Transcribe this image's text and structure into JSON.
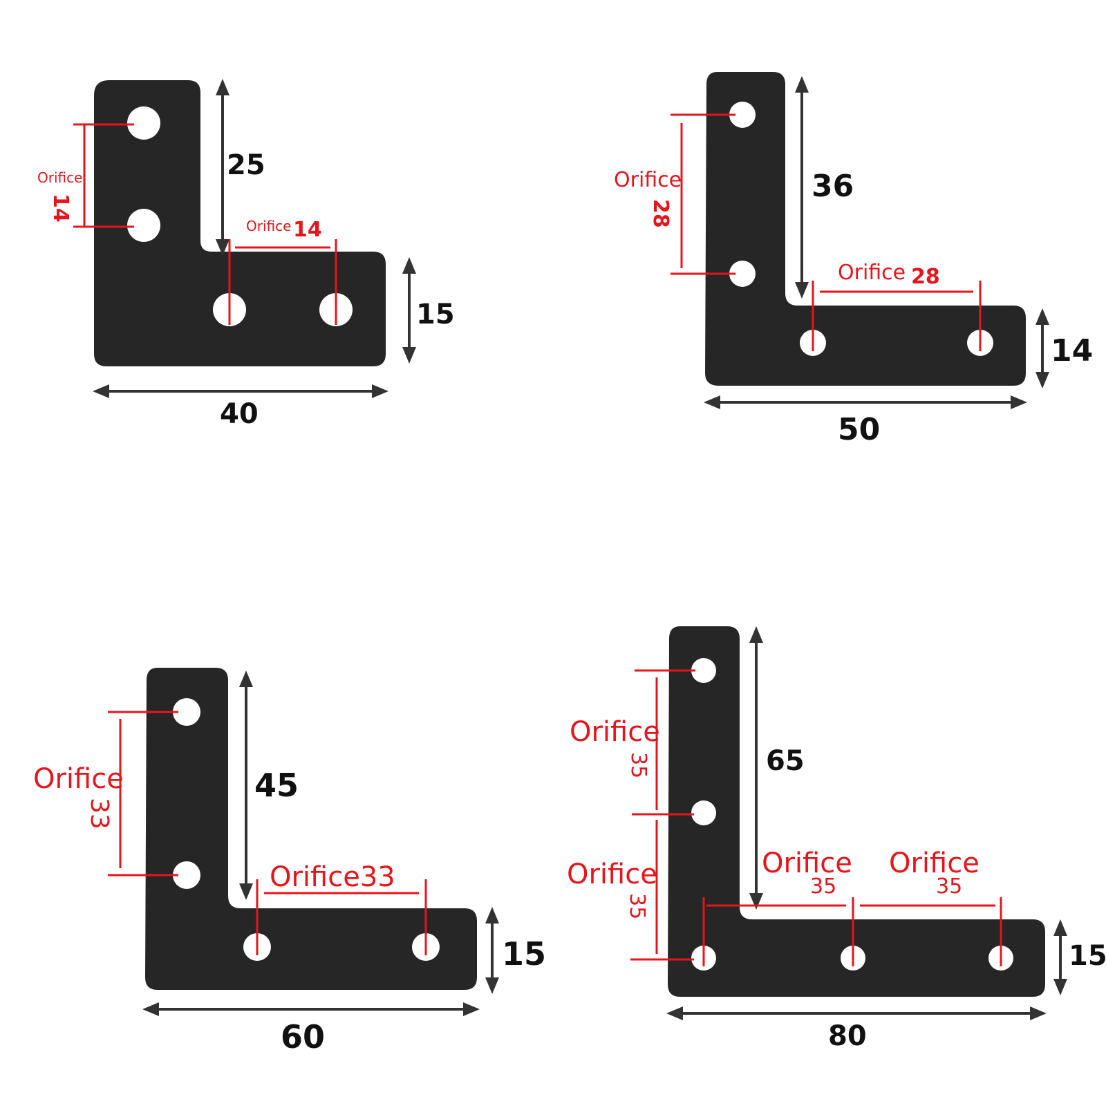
{
  "brackets": [
    {
      "width": "40",
      "height": "25",
      "thickness": "15",
      "orifice_label": "Orifice",
      "vertical_spacing": "14",
      "horizontal_spacing": "14"
    },
    {
      "width": "50",
      "height": "36",
      "thickness": "14",
      "orifice_label": "Orifice",
      "vertical_spacing": "28",
      "horizontal_spacing": "28"
    },
    {
      "width": "60",
      "height": "45",
      "thickness": "15",
      "orifice_label": "Orifice",
      "orifice_label_joined": "Orifice33",
      "vertical_spacing": "33",
      "horizontal_spacing": "33"
    },
    {
      "width": "80",
      "height": "65",
      "thickness": "15",
      "orifice_label": "Orifice",
      "vertical_spacing_upper": "35",
      "vertical_spacing_lower": "35",
      "horizontal_spacing_left": "35",
      "horizontal_spacing_right": "35"
    }
  ],
  "colors": {
    "plate": "#262626",
    "annotation_red": "#e8141b",
    "dimension_black": "#111111",
    "background": "#ffffff"
  }
}
